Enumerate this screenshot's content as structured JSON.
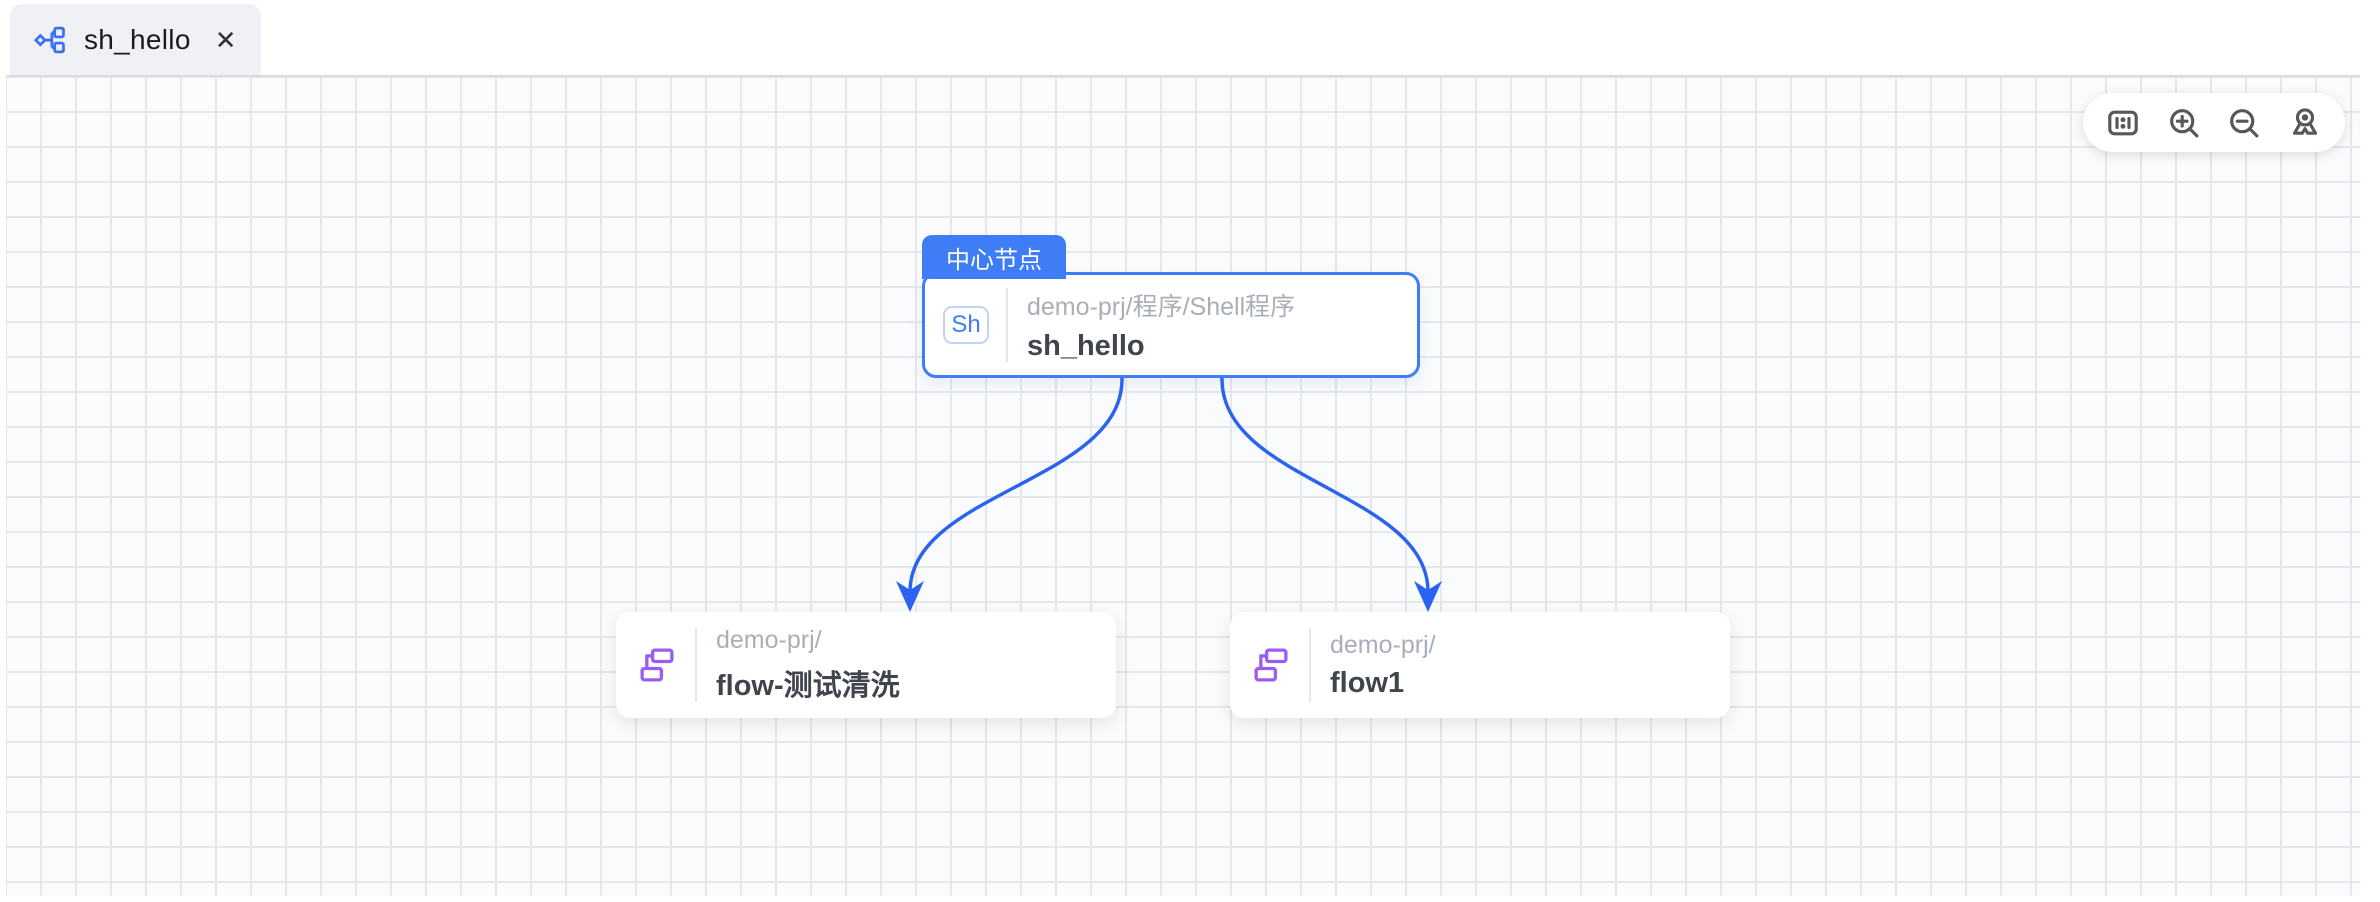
{
  "tab": {
    "title": "sh_hello",
    "close": "✕",
    "icon": "lineage-graph-icon"
  },
  "toolbar": {
    "items": [
      {
        "name": "actual-size",
        "icon": "ratio-1-1-icon"
      },
      {
        "name": "zoom-in",
        "icon": "zoom-in-icon"
      },
      {
        "name": "zoom-out",
        "icon": "zoom-out-icon"
      },
      {
        "name": "locate-center",
        "icon": "location-pin-icon"
      }
    ]
  },
  "graph": {
    "center": {
      "badge": "中心节点",
      "icon_label": "Sh",
      "path": "demo-prj/程序/Shell程序",
      "title": "sh_hello"
    },
    "children": [
      {
        "icon": "flow-icon",
        "path": "demo-prj/",
        "title": "flow-测试清洗"
      },
      {
        "icon": "flow-icon",
        "path": "demo-prj/",
        "title": "flow1"
      }
    ],
    "edges": [
      {
        "from": "sh_hello",
        "to": "flow-测试清洗"
      },
      {
        "from": "sh_hello",
        "to": "flow1"
      }
    ]
  },
  "colors": {
    "accent_blue": "#3e7df6",
    "edge_blue": "#2b63f0",
    "flow_purple": "#9d5cf0",
    "canvas_bg": "#fafbfc",
    "grid_line": "#e5e7eb",
    "tab_bg": "#eff1f4"
  }
}
